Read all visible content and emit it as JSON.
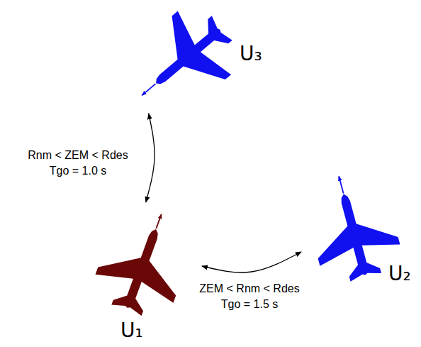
{
  "diagram": {
    "nodes": [
      {
        "text": [
          "U₃"
        ]
      },
      {
        "text": [
          "U₂"
        ]
      },
      {
        "text": [
          "U₁"
        ]
      }
    ],
    "edges": [
      {
        "from": 0,
        "to": 2,
        "arrow": "both",
        "label": "Rnm < ZEM < Rdes Tgo = 1.0 s"
      },
      {
        "from": 2,
        "to": 1,
        "arrow": "both",
        "label": "ZEM < Rnm < Rdes Tgo = 1.5 s"
      }
    ]
  }
}
